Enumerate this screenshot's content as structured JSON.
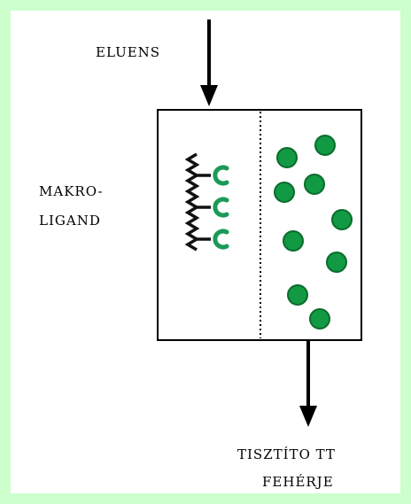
{
  "labels": {
    "eluent": "ELUENS",
    "macroligand_line1": "MAKRO-",
    "macroligand_line2": "LIGAND",
    "output_line1": "TISZTÍTO TT",
    "output_line2": "FEHÉRJE"
  },
  "colors": {
    "frame": "#ccffcc",
    "protein_fill": "#119944",
    "protein_stroke": "#0a6b2c",
    "ligand_receptor": "#1a9a55",
    "polymer": "#111111"
  }
}
